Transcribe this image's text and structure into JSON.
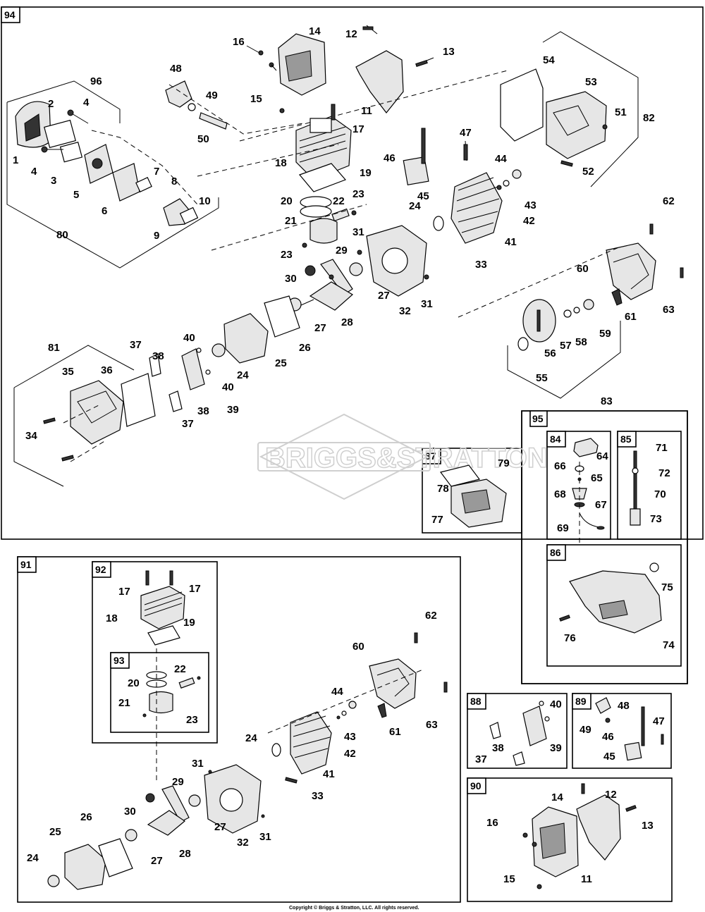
{
  "copyright": "Copyright © Briggs & Stratton, LLC. All rights reserved.",
  "watermark": "BRIGGS&STRATTON",
  "kit_tags": {
    "k94": "94",
    "k91": "91",
    "k92": "92",
    "k93": "93",
    "k95": "95",
    "k84": "84",
    "k85": "85",
    "k86": "86",
    "k87": "87",
    "k88": "88",
    "k89": "89",
    "k90": "90"
  },
  "callouts": {
    "top": {
      "p1": "1",
      "p2": "2",
      "p3": "3",
      "p4a": "4",
      "p4b": "4",
      "p5": "5",
      "p6": "6",
      "p7": "7",
      "p8": "8",
      "p9": "9",
      "p10": "10",
      "p80": "80",
      "p96": "96",
      "p48": "48",
      "p49": "49",
      "p50": "50",
      "p16": "16",
      "p14": "14",
      "p15": "15",
      "p12": "12",
      "p13": "13",
      "p11": "11",
      "p17": "17",
      "p18": "18",
      "p19": "19",
      "p20": "20",
      "p21": "21",
      "p22": "22",
      "p23a": "23",
      "p23b": "23",
      "p30": "30",
      "p29": "29",
      "p28": "28",
      "p27a": "27",
      "p27b": "27",
      "p31a": "31",
      "p31b": "31",
      "p32": "32",
      "p33": "33",
      "p24a": "24",
      "p24b": "24",
      "p41": "41",
      "p42": "42",
      "p43": "43",
      "p44": "44",
      "p45": "45",
      "p46": "46",
      "p47": "47",
      "p54": "54",
      "p53": "53",
      "p51": "51",
      "p52": "52",
      "p82": "82",
      "p62": "62",
      "p60": "60",
      "p61": "61",
      "p63": "63",
      "p55": "55",
      "p56": "56",
      "p57": "57",
      "p58": "58",
      "p59": "59",
      "p83": "83",
      "p25": "25",
      "p26": "26",
      "p40a": "40",
      "p40b": "40",
      "p39": "39",
      "p38a": "38",
      "p38b": "38",
      "p37a": "37",
      "p37b": "37",
      "p81": "81",
      "p35": "35",
      "p36": "36",
      "p34": "34"
    },
    "k87": {
      "p79": "79",
      "p78": "78",
      "p77": "77"
    },
    "k84": {
      "p64": "64",
      "p66": "66",
      "p65": "65",
      "p68": "68",
      "p67": "67",
      "p69": "69"
    },
    "k85": {
      "p71": "71",
      "p72": "72",
      "p70": "70",
      "p73": "73"
    },
    "k86": {
      "p75": "75",
      "p76": "76",
      "p74": "74"
    },
    "k91": {
      "p17a": "17",
      "p17b": "17",
      "p18": "18",
      "p19": "19",
      "p20": "20",
      "p22": "22",
      "p21": "21",
      "p23": "23",
      "p62": "62",
      "p60": "60",
      "p63": "63",
      "p61": "61",
      "p44": "44",
      "p43": "43",
      "p42": "42",
      "p41": "41",
      "p24a": "24",
      "p31a": "31",
      "p33": "33",
      "p29": "29",
      "p30": "30",
      "p27a": "27",
      "p32": "32",
      "p31b": "31",
      "p26": "26",
      "p25": "25",
      "p27b": "27",
      "p28": "28",
      "p24b": "24"
    },
    "k88": {
      "p40": "40",
      "p38": "38",
      "p39": "39",
      "p37": "37"
    },
    "k89": {
      "p48": "48",
      "p47": "47",
      "p49": "49",
      "p46": "46",
      "p45": "45"
    },
    "k90": {
      "p12": "12",
      "p14": "14",
      "p16": "16",
      "p13": "13",
      "p15": "15",
      "p11": "11"
    }
  }
}
